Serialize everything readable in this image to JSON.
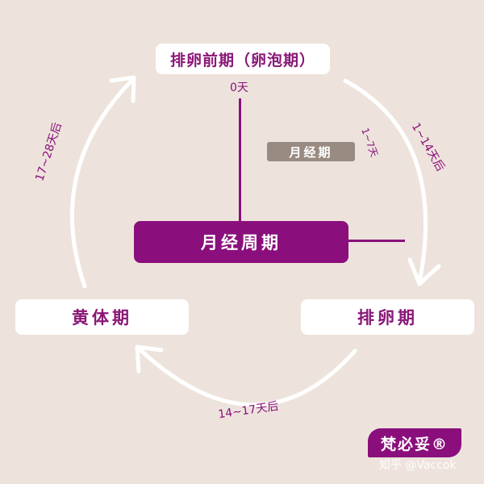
{
  "nodes": {
    "top": "排卵前期（卵泡期）",
    "left": "黄体期",
    "right": "排卵期",
    "center": "月经周期",
    "menses": "月经期"
  },
  "labels": {
    "zero_day": "0天",
    "days_1_7": "1~7天",
    "days_1_14": "1~14天后",
    "days_14_17": "14~17天后",
    "days_17_28": "17~28天后"
  },
  "brand": {
    "name": "梵必妥®",
    "watermark": "知乎 @Vaccok"
  },
  "colors": {
    "background": "#ede3dc",
    "primary": "#8a0f7c",
    "menses_tag": "#9a8b82",
    "arrow": "#ffffff"
  }
}
